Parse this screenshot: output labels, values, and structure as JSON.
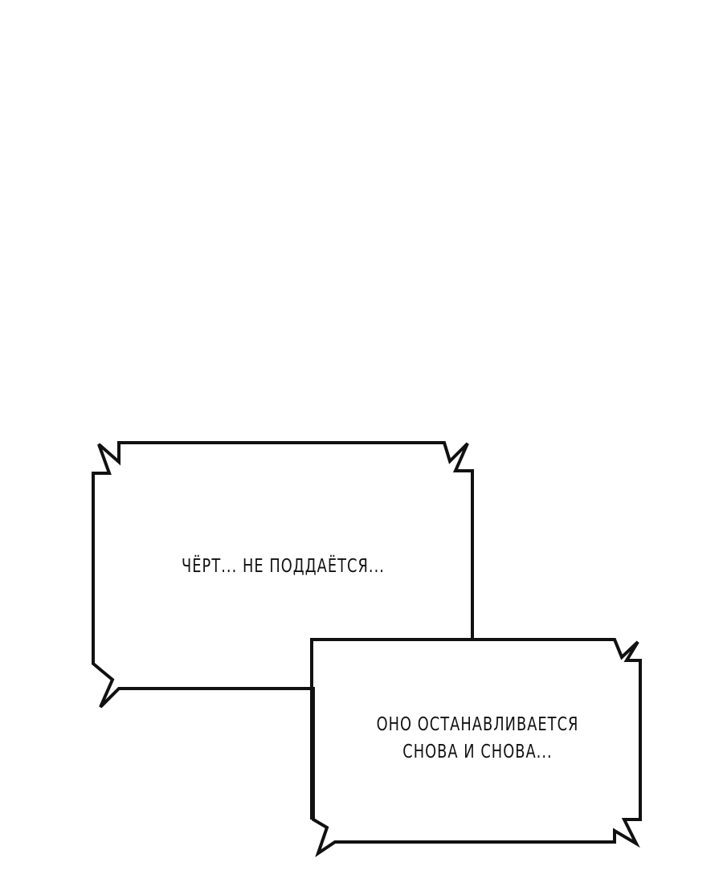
{
  "caption_box_1": {
    "line_1": "ЧЁРТ... НЕ ПОДДАЁТСЯ..."
  },
  "caption_box_2": {
    "line_1": "ОНО ОСТАНАВЛИВАЕТСЯ",
    "line_2": "СНОВА И СНОВА..."
  },
  "colors": {
    "background": "#ffffff",
    "border": "#111111",
    "text": "#111111"
  }
}
